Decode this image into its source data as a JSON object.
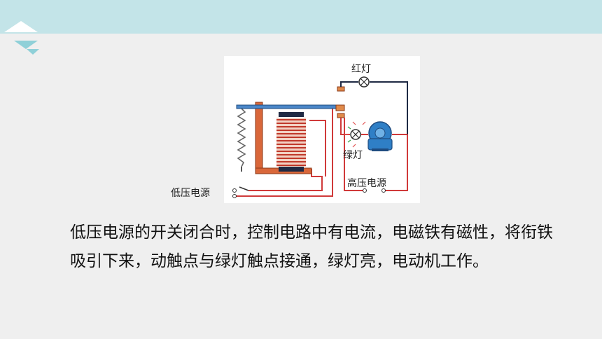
{
  "diagram": {
    "labels": {
      "red_lamp": "红灯",
      "green_lamp": "绿灯",
      "low_voltage_source": "低压电源",
      "high_voltage_source": "高压电源"
    }
  },
  "description": "低压电源的开关闭合时，控制电路中有电流，电磁铁有磁性，将衔铁吸引下来，动触点与绿灯触点接通，绿灯亮，电动机工作。",
  "colors": {
    "banner": "#c3e4e8",
    "background": "#efefef",
    "armature": "#d9673a",
    "coil": "#c0392b",
    "wire_red": "#d03a3a",
    "wire_dark": "#1f2a44",
    "motor_blue": "#2f7fc6"
  }
}
